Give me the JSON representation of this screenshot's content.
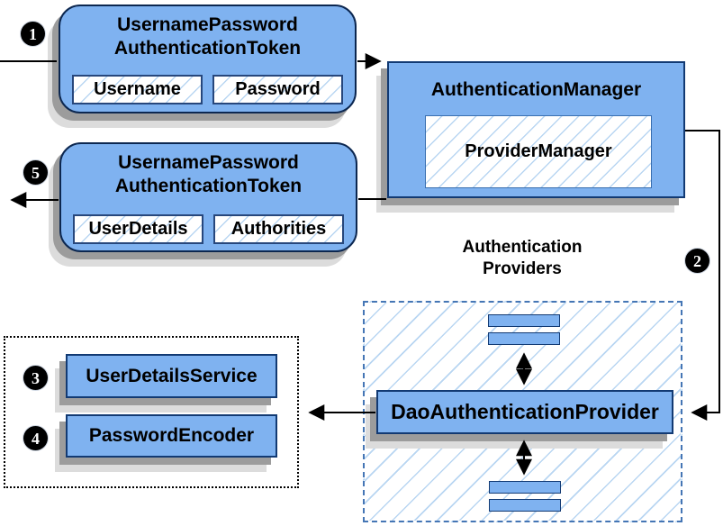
{
  "theme": {
    "box-fill": "#7fb2f0",
    "box-border": "#123a73",
    "round-border": "#0c2750",
    "hatch-line": "#b9d6f2",
    "dashed-border": "#4576b5",
    "shadow-dark": "#9c9c9c",
    "shadow-light": "#dcdcdc",
    "line-color": "#000000",
    "badge-bg": "#000000",
    "badge-fg": "#ffffff"
  },
  "badges": {
    "step1": "1",
    "step2": "2",
    "step3": "3",
    "step4": "4",
    "step5": "5"
  },
  "token_request": {
    "title_line1": "UsernamePassword",
    "title_line2": "AuthenticationToken",
    "field_username": "Username",
    "field_password": "Password"
  },
  "authentication_manager": {
    "title": "AuthenticationManager",
    "inner": "ProviderManager"
  },
  "token_response": {
    "title_line1": "UsernamePassword",
    "title_line2": "AuthenticationToken",
    "field_userdetails": "UserDetails",
    "field_authorities": "Authorities"
  },
  "providers": {
    "label_line1": "Authentication",
    "label_line2": "Providers",
    "dao": "DaoAuthenticationProvider"
  },
  "services": {
    "user_details_service": "UserDetailsService",
    "password_encoder": "PasswordEncoder"
  }
}
